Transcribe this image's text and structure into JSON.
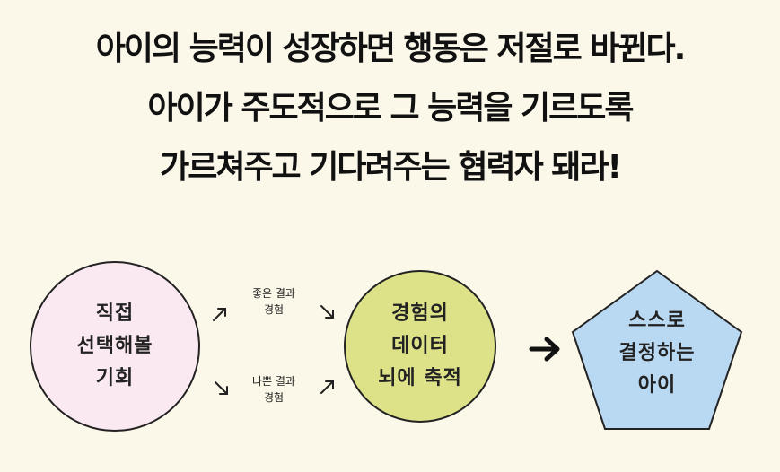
{
  "heading": {
    "line1": "아이의 능력이 성장하면 행동은 저절로 바뀐다.",
    "line2": "아이가 주도적으로 그 능력을 기르도록",
    "line3": "가르쳐주고 기다려주는 협력자 돼라!"
  },
  "nodes": {
    "opportunity": {
      "lines": [
        "직접",
        "선택해볼",
        "기회"
      ],
      "color": "#fbe9f1"
    },
    "experience": {
      "lines": [
        "경험의",
        "데이터",
        "뇌에 축적"
      ],
      "color": "#dde289"
    },
    "child": {
      "lines": [
        "스스로",
        "결정하는",
        "아이"
      ],
      "color": "#b9d8f1"
    }
  },
  "paths": {
    "good": [
      "좋은 결과",
      "경험"
    ],
    "bad": [
      "나쁜 결과",
      "경험"
    ]
  },
  "colors": {
    "outline": "#222222",
    "background": "#fbf8e9"
  }
}
